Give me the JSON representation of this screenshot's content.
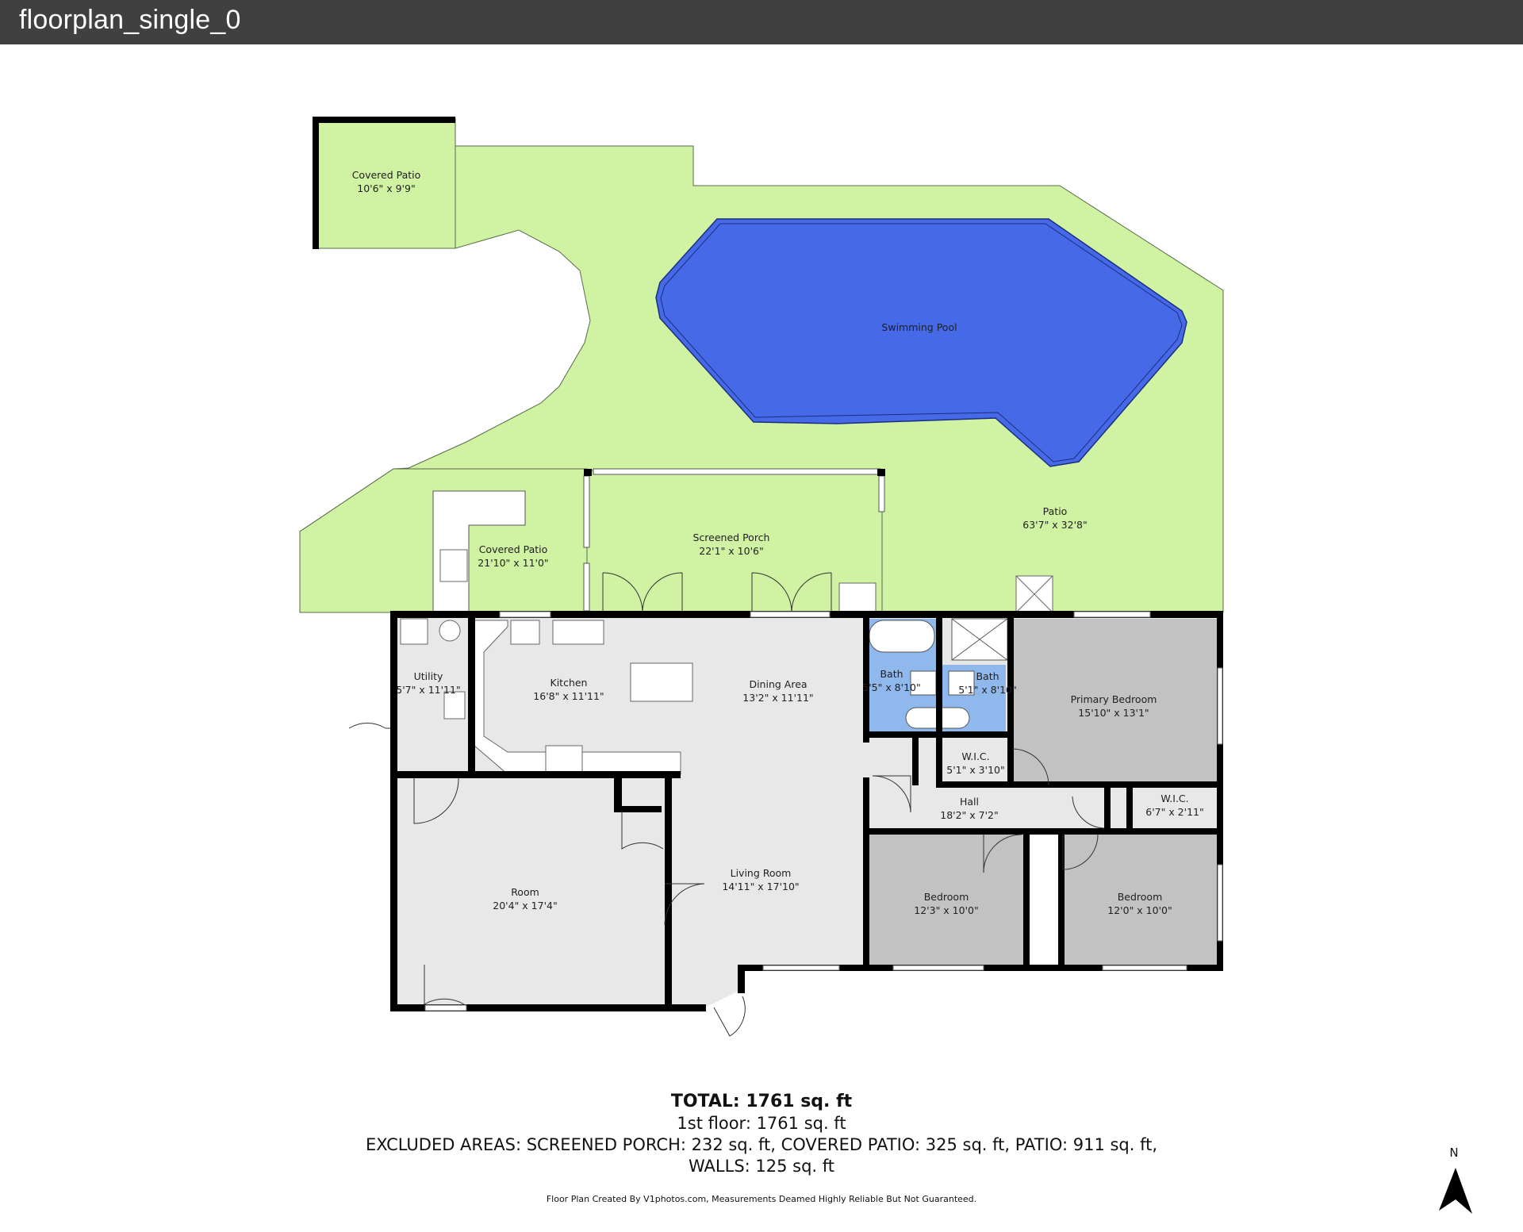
{
  "window": {
    "title": "floorplan_single_0"
  },
  "colors": {
    "exterior": "#d0f2a3",
    "pool": "#4669e8",
    "bath": "#8fb8ec",
    "bedroom": "#c2c2c2",
    "interior": "#e8e8e8",
    "wall": "#000000",
    "titlebar": "#404040"
  },
  "rooms": [
    {
      "name": "Covered Patio",
      "dims": "10'6\" x 9'9\""
    },
    {
      "name": "Swimming Pool",
      "dims": ""
    },
    {
      "name": "Patio",
      "dims": "63'7\" x 32'8\""
    },
    {
      "name": "Screened Porch",
      "dims": "22'1\" x 10'6\""
    },
    {
      "name": "Covered Patio",
      "dims": "21'10\" x 11'0\""
    },
    {
      "name": "Utility",
      "dims": "5'7\" x 11'11\""
    },
    {
      "name": "Kitchen",
      "dims": "16'8\" x 11'11\""
    },
    {
      "name": "Dining Area",
      "dims": "13'2\" x 11'11\""
    },
    {
      "name": "Bath",
      "dims": "5'5\" x 8'10\""
    },
    {
      "name": "Bath",
      "dims": "5'1\" x 8'10\""
    },
    {
      "name": "Primary Bedroom",
      "dims": "15'10\" x 13'1\""
    },
    {
      "name": "W.I.C.",
      "dims": "5'1\" x 3'10\""
    },
    {
      "name": "Hall",
      "dims": "18'2\" x 7'2\""
    },
    {
      "name": "W.I.C.",
      "dims": "6'7\" x 2'11\""
    },
    {
      "name": "Room",
      "dims": "20'4\" x 17'4\""
    },
    {
      "name": "Living Room",
      "dims": "14'11\" x 17'10\""
    },
    {
      "name": "Bedroom",
      "dims": "12'3\" x 10'0\""
    },
    {
      "name": "Bedroom",
      "dims": "12'0\" x 10'0\""
    }
  ],
  "summary": {
    "total": "TOTAL: 1761 sq. ft",
    "floor1": "1st floor: 1761 sq. ft",
    "excluded": "EXCLUDED AREAS: SCREENED PORCH: 232 sq. ft, COVERED PATIO: 325 sq. ft, PATIO: 911 sq. ft,",
    "walls": "WALLS: 125 sq. ft",
    "credit": "Floor Plan Created By V1photos.com, Measurements Deamed Highly Reliable But Not Guaranteed."
  },
  "compass": {
    "label": "N"
  }
}
